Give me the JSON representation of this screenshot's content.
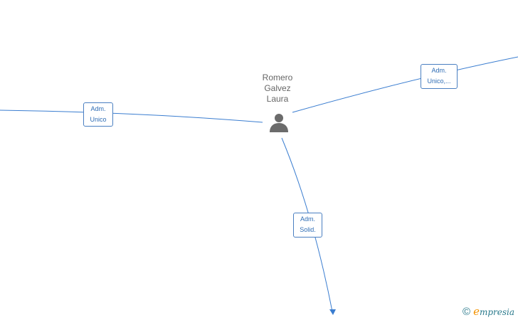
{
  "person": {
    "name_lines": [
      "Romero",
      "Galvez",
      "Laura"
    ],
    "icon": "person-icon"
  },
  "edges": [
    {
      "id": "left",
      "label_lines": [
        "Adm.",
        "Unico"
      ]
    },
    {
      "id": "right",
      "label_lines": [
        "Adm.",
        "Unico,..."
      ]
    },
    {
      "id": "bottom",
      "label_lines": [
        "Adm.",
        "Solid."
      ]
    }
  ],
  "colors": {
    "edge": "#3a7dd0",
    "label_border": "#4a7fc1",
    "label_text": "#2f6db5",
    "person_text": "#666666",
    "person_icon": "#6b6b6b",
    "brand_accent": "#f39200",
    "brand_text": "#2a7a8c"
  },
  "brand": {
    "copyright": "©",
    "logo_first": "e",
    "logo_rest": "mpresia"
  }
}
